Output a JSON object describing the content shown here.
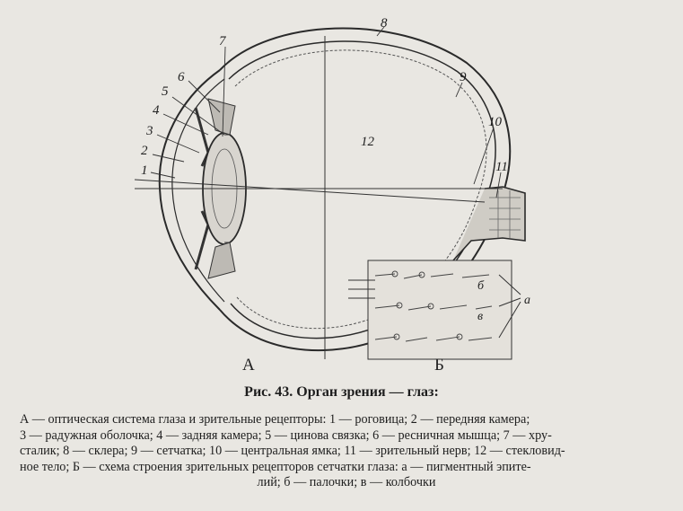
{
  "figure": {
    "labels": {
      "n1": "1",
      "n2": "2",
      "n3": "3",
      "n4": "4",
      "n5": "5",
      "n6": "6",
      "n7": "7",
      "n8": "8",
      "n9": "9",
      "n10": "10",
      "n11": "11",
      "n12": "12",
      "panel_a": "А",
      "panel_b": "Б",
      "inset_b": "б",
      "inset_v": "в",
      "inset_a": "а"
    }
  },
  "caption": {
    "title": "Рис. 43. Орган зрения — глаз:",
    "lines": [
      "А — оптическая система глаза и зрительные рецепторы: 1 — роговица; 2 — передняя камера;",
      "3 — радужная оболочка; 4 — задняя камера; 5 — цинова связка; 6 — ресничная мышца; 7 — хру-",
      "сталик; 8 — склера; 9 — сетчатка; 10 — центральная ямка; 11 — зрительный нерв; 12 — стекловид-",
      "ное тело; Б — схема строения зрительных рецепторов сетчатки глаза: а — пигментный эпите-",
      "лий; б — палочки; в — колбочки"
    ]
  },
  "colors": {
    "ink": "#222222",
    "paper": "#e9e7e2"
  }
}
